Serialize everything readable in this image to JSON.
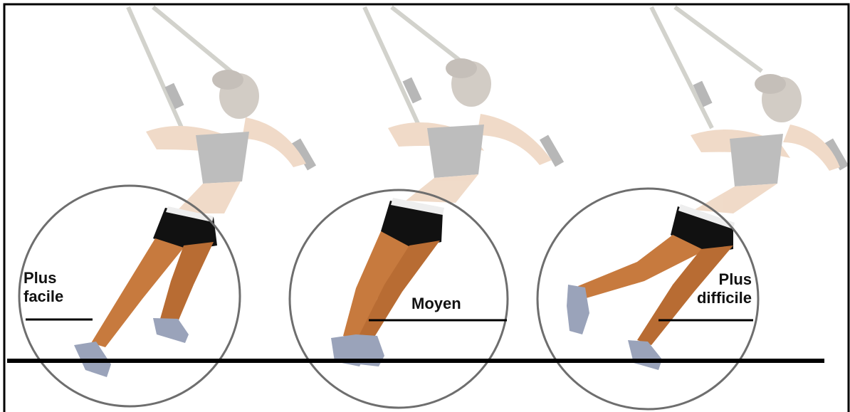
{
  "labels": {
    "easy": "Plus\nfacile",
    "medium": "Moyen",
    "hard": "Plus\ndifficile"
  },
  "colors": {
    "skin": "#c77a3e",
    "skin_faded": "#e9c9a8",
    "shorts": "#111111",
    "top_faded": "#9b9b9b",
    "shoe": "#9aa3ba",
    "strap_faded": "#b9b9a9",
    "circle": "#6e6e6e",
    "ground": "#000000"
  }
}
